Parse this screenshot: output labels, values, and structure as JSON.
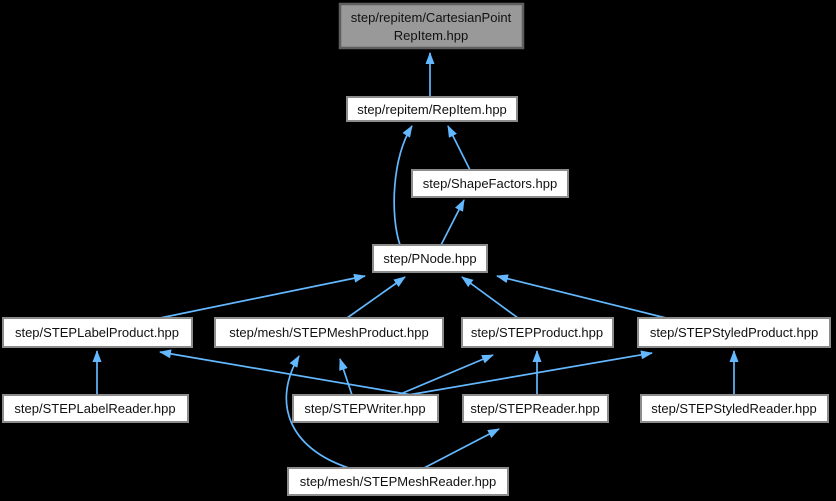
{
  "diagram": {
    "type": "include-dependency-graph",
    "background_color": "#000000",
    "edge_color": "#63b8ff",
    "node_fill_color": "#ffffff",
    "node_border_color": "#8c8c8c",
    "highlight_node_fill_color": "#999999",
    "highlight_node_border_color": "#5f5f5f",
    "text_color": "#111111",
    "nodes": [
      {
        "id": "cartesianpointrepitem",
        "label": "step/repitem/CartesianPointRepItem.hpp",
        "lines": [
          "step/repitem/CartesianPoint",
          "RepItem.hpp"
        ],
        "highlighted": true
      },
      {
        "id": "repitem",
        "label": "step/repitem/RepItem.hpp",
        "highlighted": false
      },
      {
        "id": "shapefactors",
        "label": "step/ShapeFactors.hpp",
        "highlighted": false
      },
      {
        "id": "pnode",
        "label": "step/PNode.hpp",
        "highlighted": false
      },
      {
        "id": "steplabelproduct",
        "label": "step/STEPLabelProduct.hpp",
        "highlighted": false
      },
      {
        "id": "stepmeshproduct",
        "label": "step/mesh/STEPMeshProduct.hpp",
        "highlighted": false
      },
      {
        "id": "stepproduct",
        "label": "step/STEPProduct.hpp",
        "highlighted": false
      },
      {
        "id": "stepstyledproduct",
        "label": "step/STEPStyledProduct.hpp",
        "highlighted": false
      },
      {
        "id": "steplabelreader",
        "label": "step/STEPLabelReader.hpp",
        "highlighted": false
      },
      {
        "id": "stepwriter",
        "label": "step/STEPWriter.hpp",
        "highlighted": false
      },
      {
        "id": "stepreader",
        "label": "step/STEPReader.hpp",
        "highlighted": false
      },
      {
        "id": "stepstyledreader",
        "label": "step/STEPStyledReader.hpp",
        "highlighted": false
      },
      {
        "id": "stepmeshreader",
        "label": "step/mesh/STEPMeshReader.hpp",
        "highlighted": false
      }
    ],
    "edges": [
      {
        "from": "repitem",
        "to": "cartesianpointrepitem"
      },
      {
        "from": "shapefactors",
        "to": "repitem"
      },
      {
        "from": "pnode",
        "to": "repitem"
      },
      {
        "from": "pnode",
        "to": "shapefactors"
      },
      {
        "from": "steplabelproduct",
        "to": "pnode"
      },
      {
        "from": "stepmeshproduct",
        "to": "pnode"
      },
      {
        "from": "stepproduct",
        "to": "pnode"
      },
      {
        "from": "stepstyledproduct",
        "to": "pnode"
      },
      {
        "from": "steplabelreader",
        "to": "steplabelproduct"
      },
      {
        "from": "stepwriter",
        "to": "steplabelproduct"
      },
      {
        "from": "stepwriter",
        "to": "stepmeshproduct"
      },
      {
        "from": "stepwriter",
        "to": "stepproduct"
      },
      {
        "from": "stepwriter",
        "to": "stepstyledproduct"
      },
      {
        "from": "stepreader",
        "to": "stepproduct"
      },
      {
        "from": "stepstyledreader",
        "to": "stepstyledproduct"
      },
      {
        "from": "stepmeshreader",
        "to": "stepmeshproduct"
      },
      {
        "from": "stepmeshreader",
        "to": "stepreader"
      }
    ]
  }
}
